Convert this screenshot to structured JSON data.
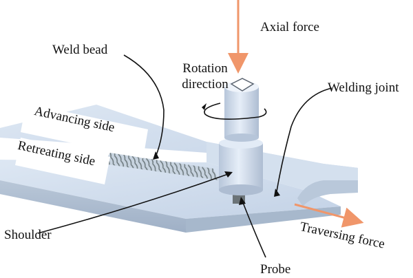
{
  "labels": {
    "axial_force": "Axial force",
    "weld_bead": "Weld bead",
    "rotation_direction_line1": "Rotation",
    "rotation_direction_line2": "direction",
    "welding_joint": "Welding joint",
    "advancing_side": "Advancing side",
    "retreating_side": "Retreating side",
    "shoulder": "Shoulder",
    "traversing_force": "Traversing force",
    "probe": "Probe"
  },
  "colors": {
    "plate_top": "#cfdcec",
    "plate_side": "#a9b9cd",
    "tool": "#c9d7e8",
    "arrow_force": "#f0966a",
    "leader_line": "#111111",
    "weld_bead_ripple": "#7f8a8e"
  }
}
